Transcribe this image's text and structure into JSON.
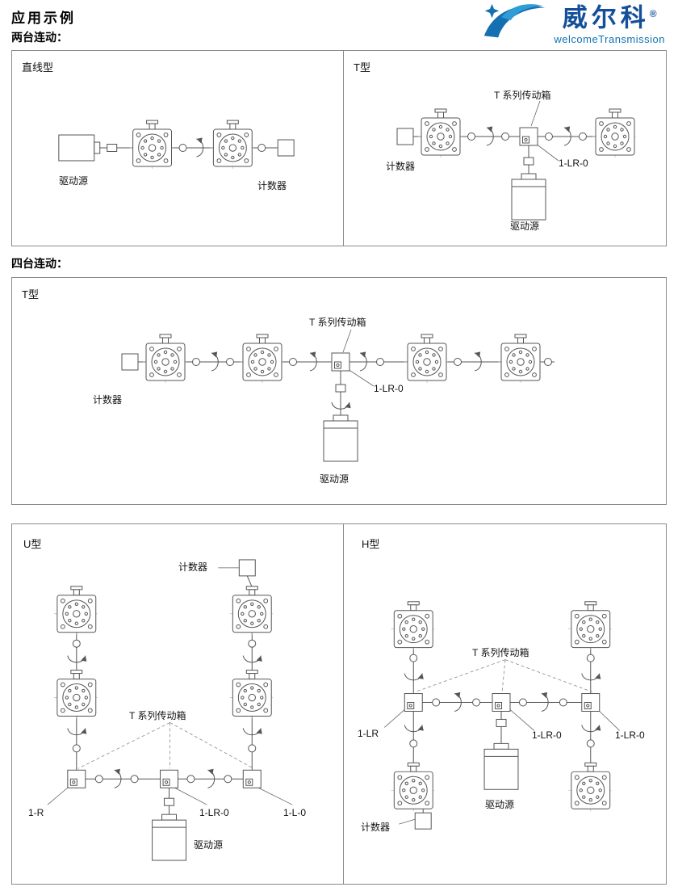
{
  "page": {
    "title": "应用示例",
    "logo": {
      "brand": "威尔科",
      "reg": "®",
      "subtitle": "welcomeTransmission"
    }
  },
  "sections": {
    "two_units": {
      "heading": "两台连动："
    },
    "four_units": {
      "heading": "四台连动："
    }
  },
  "panels": {
    "straight": {
      "title": "直线型",
      "drive_label": "驱动源",
      "counter_label": "计数器"
    },
    "t_two": {
      "title": "T型",
      "gearbox_label": "T 系列传动箱",
      "model_label": "1-LR-0",
      "drive_label": "驱动源",
      "counter_label": "计数器"
    },
    "t_four": {
      "title": "T型",
      "gearbox_label": "T 系列传动箱",
      "model_label": "1-LR-0",
      "drive_label": "驱动源",
      "counter_label": "计数器"
    },
    "u_type": {
      "title": "U型",
      "gearbox_label": "T 系列传动箱",
      "model_left": "1-R",
      "model_center": "1-LR-0",
      "model_right": "1-L-0",
      "drive_label": "驱动源",
      "counter_label": "计数器"
    },
    "h_type": {
      "title": "H型",
      "gearbox_label": "T 系列传动箱",
      "model_left": "1-LR",
      "model_center": "1-LR-0",
      "model_right": "1-LR-0",
      "drive_label": "驱动源",
      "counter_label": "计数器"
    }
  }
}
